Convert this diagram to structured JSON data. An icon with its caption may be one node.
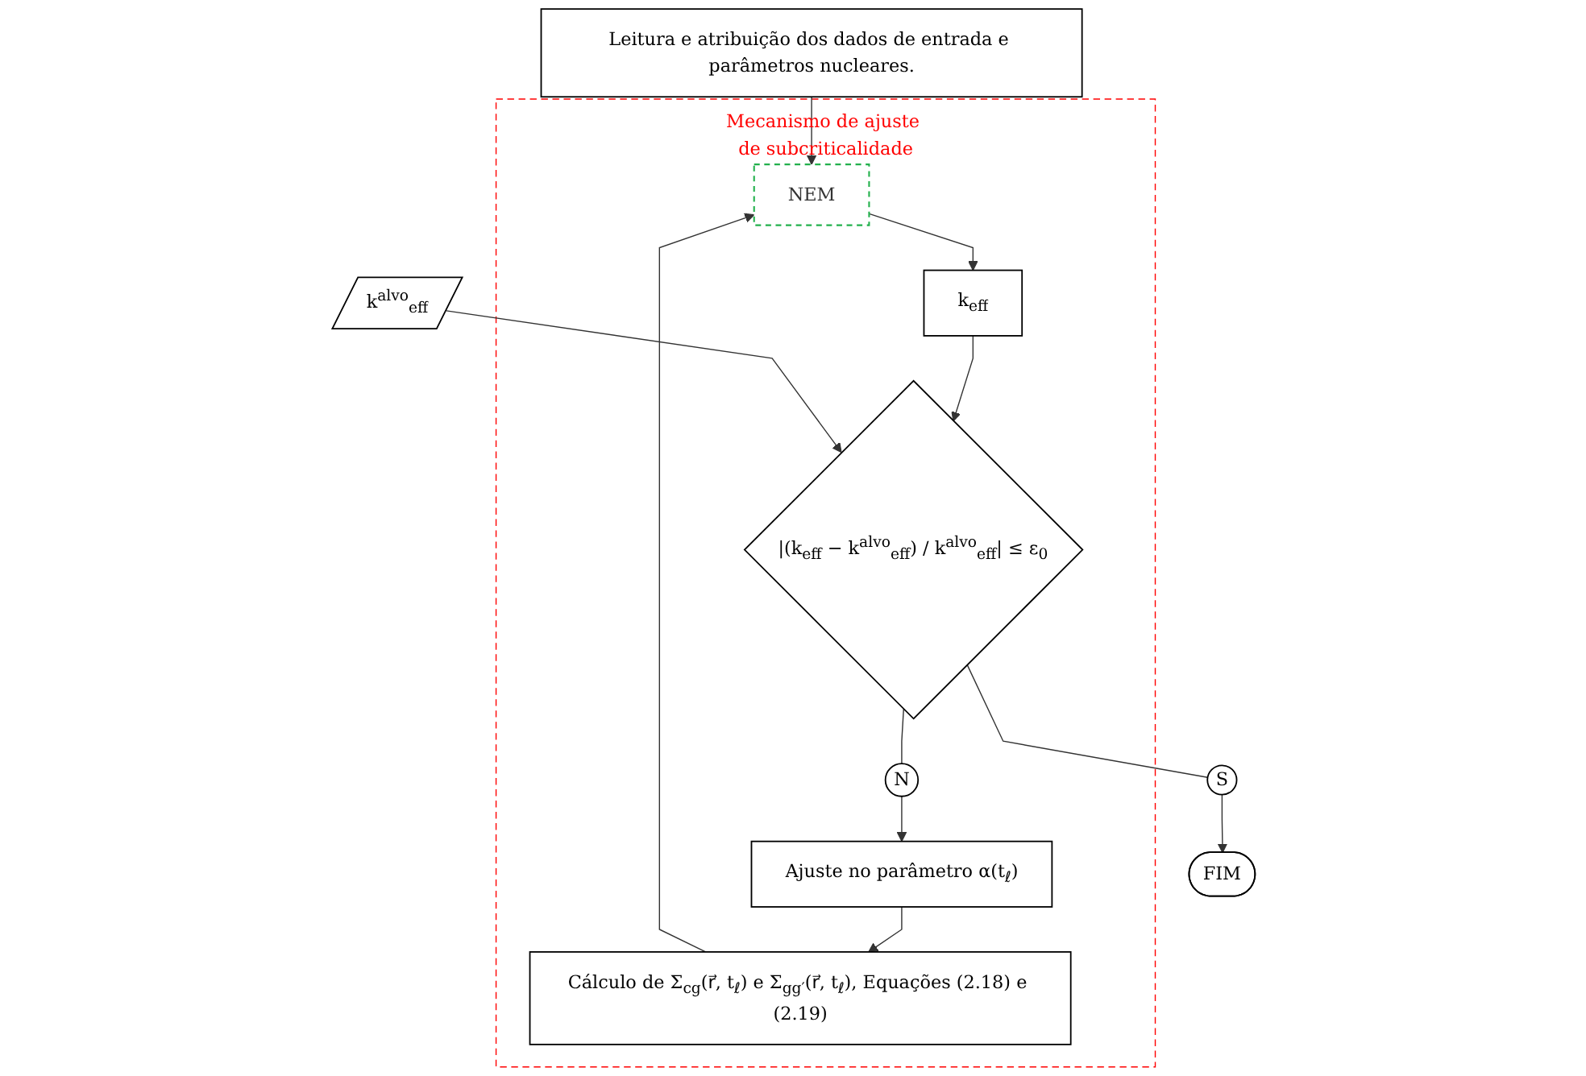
{
  "diagram": {
    "nodes": [
      {
        "text": [
          "Leitura e atribuição dos dados de entrada e parâmetros nucleares."
        ]
      },
      {
        "text": [
          "Mecanismo de ajuste de subcriticalidade"
        ]
      },
      {
        "text": [
          "NEM"
        ],
        "in": 1
      },
      {
        "text": [
          "k$_{eff}$"
        ],
        "in": 1
      },
      {
        "text": [
          "|(k$_{eff}$ − k$^{alvo}$$_{eff}$) / k$^{alvo}$$_{eff}$| ≤ ε$_{0}$"
        ],
        "in": 1
      },
      {
        "text": [
          "N"
        ],
        "in": 1
      },
      {
        "text": [
          "Ajuste no parâmetro α(t$_{ℓ}$)"
        ],
        "in": 1
      },
      {
        "text": [
          "Cálculo de Σ$_{cg}$(r⃗, t$_{ℓ}$) e Σ$_{gg′}$(r⃗, t$_{ℓ}$), Equações (2.18) e (2.19)"
        ],
        "in": 1
      },
      {
        "text": [
          "k$^{alvo}$$_{eff}$"
        ]
      },
      {
        "text": [
          "S"
        ]
      },
      {
        "text": [
          "FIM"
        ]
      }
    ],
    "edges": [
      {
        "from": 0,
        "to": 2,
        "arrow": "to"
      },
      {
        "from": 2,
        "to": 3,
        "arrow": "to"
      },
      {
        "from": 3,
        "to": 4,
        "arrow": "to"
      },
      {
        "from": 8,
        "to": 4,
        "arrow": "to"
      },
      {
        "from": 4,
        "to": 5,
        "arrow": "none"
      },
      {
        "from": 5,
        "to": 6,
        "arrow": "to"
      },
      {
        "from": 6,
        "to": 7,
        "arrow": "to"
      },
      {
        "from": 7,
        "to": 2,
        "arrow": "to"
      },
      {
        "from": 4,
        "to": 9,
        "arrow": "none"
      },
      {
        "from": 9,
        "to": 10,
        "arrow": "to"
      }
    ]
  }
}
